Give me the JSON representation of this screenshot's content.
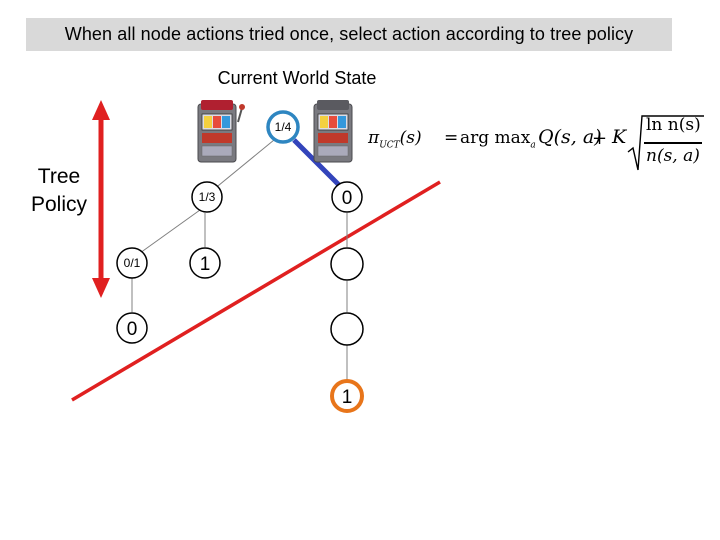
{
  "title": "When all node actions tried once, select action according to tree policy",
  "world_state_label": "Current World State",
  "tree_policy_label": "Tree Policy",
  "formula": {
    "lhs_symbol": "π",
    "lhs_sub": "UCT",
    "lhs_arg": "(s)",
    "eq": "=",
    "argmax": "arg max",
    "argmax_sub": "a",
    "q_term": "Q(s, a)",
    "plus": "+",
    "k": "K",
    "numerator": "ln n(s)",
    "denominator": "n(s, a)"
  },
  "nodes": {
    "root": "1/4",
    "left": "1/3",
    "right": "0",
    "left_left": "0/1",
    "left_right": "1",
    "right_child": "",
    "left_left_child": "0",
    "right_grandchild": "",
    "leaf": "1"
  },
  "colors": {
    "root_border": "#2e86c1",
    "selected_edge": "#3344bb",
    "new_node": "#e8751a",
    "policy_arrow": "#e02020",
    "red_line": "#e02020",
    "title_bg": "#d9d9d9"
  },
  "icons": [
    "slot-machine-icon",
    "slot-machine-icon"
  ]
}
